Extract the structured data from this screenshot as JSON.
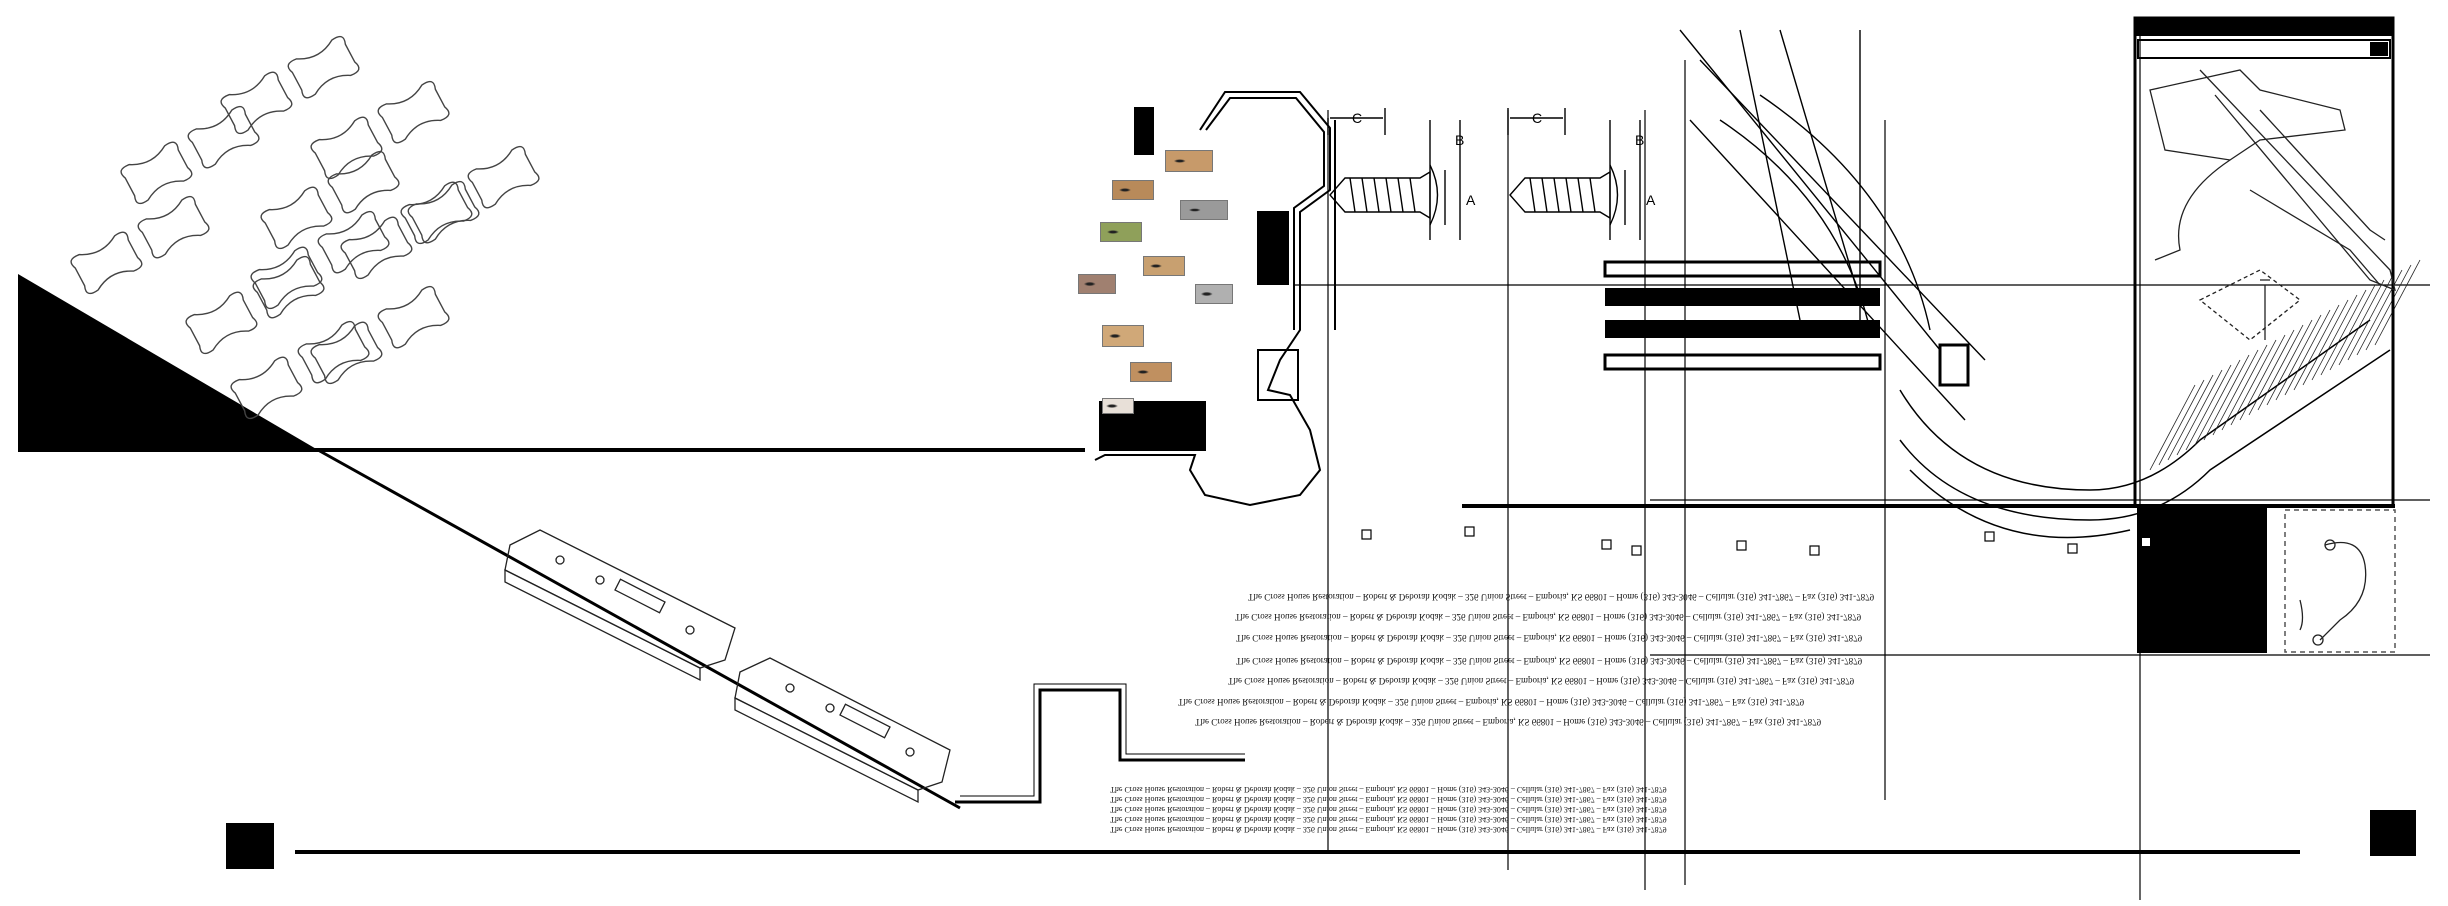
{
  "composition": {
    "kind": "architectural-collage",
    "background": "#ffffff",
    "ink": "#000000"
  },
  "mirrored_credit_text": {
    "lines": [
      "The Cross House Restoration – Robert & Deborah Kodak – 326 Union Street – Emporia, KS 66801 – Home (316) 343-3046 – Cellular (316) 341-7867 – Fax (316) 341-7879",
      "The Cross House Restoration – Robert & Deborah Kodak – 326 Union Street – Emporia, KS 66801 – Home (316) 343-3046 – Cellular (316) 341-7867 – Fax (316) 341-7879",
      "The Cross House Restoration – Robert & Deborah Kodak – 326 Union Street – Emporia, KS 66801 – Home (316) 343-3046 – Cellular (316) 341-7867 – Fax (316) 341-7879",
      "The Cross House Restoration – Robert & Deborah Kodak – 326 Union Street – Emporia, KS 66801 – Home (316) 343-3046 – Cellular (316) 341-7867 – Fax (316) 341-7879",
      "The Cross House Restoration – Robert & Deborah Kodak – 326 Union Street – Emporia, KS 66801 – Home (316) 343-3046 – Cellular (316) 341-7867 – Fax (316) 341-7879",
      "The Cross House Restoration – Robert & Deborah Kodak – 326 Union Street – Emporia, KS 66801 – Home (316) 343-3046 – Cellular (316) 341-7867 – Fax (316) 341-7879",
      "The Cross House Restoration – Robert & Deborah Kodak – 326 Union Street – Emporia, KS 66801 – Home (316) 343-3046 – Cellular (316) 341-7867 – Fax (316) 341-7879"
    ],
    "small_lines": [
      "The Cross House Restoration – Robert & Deborah Kodak – 326 Union Street – Emporia, KS 66801 – Home (316) 343-3046 – Cellular (316) 341-7867 – Fax (316) 341-7879",
      "The Cross House Restoration – Robert & Deborah Kodak – 326 Union Street – Emporia, KS 66801 – Home (316) 343-3046 – Cellular (316) 341-7867 – Fax (316) 341-7879",
      "The Cross House Restoration – Robert & Deborah Kodak – 326 Union Street – Emporia, KS 66801 – Home (316) 343-3046 – Cellular (316) 341-7867 – Fax (316) 341-7879",
      "The Cross House Restoration – Robert & Deborah Kodak – 326 Union Street – Emporia, KS 66801 – Home (316) 343-3046 – Cellular (316) 341-7867 – Fax (316) 341-7879",
      "The Cross House Restoration – Robert & Deborah Kodak – 326 Union Street – Emporia, KS 66801 – Home (316) 343-3046 – Cellular (316) 341-7867 – Fax (316) 341-7879"
    ]
  },
  "screw_dimension_labels": {
    "a": "A",
    "b": "B",
    "c": "C"
  },
  "eye_swatch_colors": [
    "#c79a6a",
    "#b88a5a",
    "#9a9a9a",
    "#8fa05a",
    "#c8a070",
    "#a08070",
    "#b0b0b0",
    "#d0a878",
    "#c09060",
    "#e8e0d8"
  ]
}
